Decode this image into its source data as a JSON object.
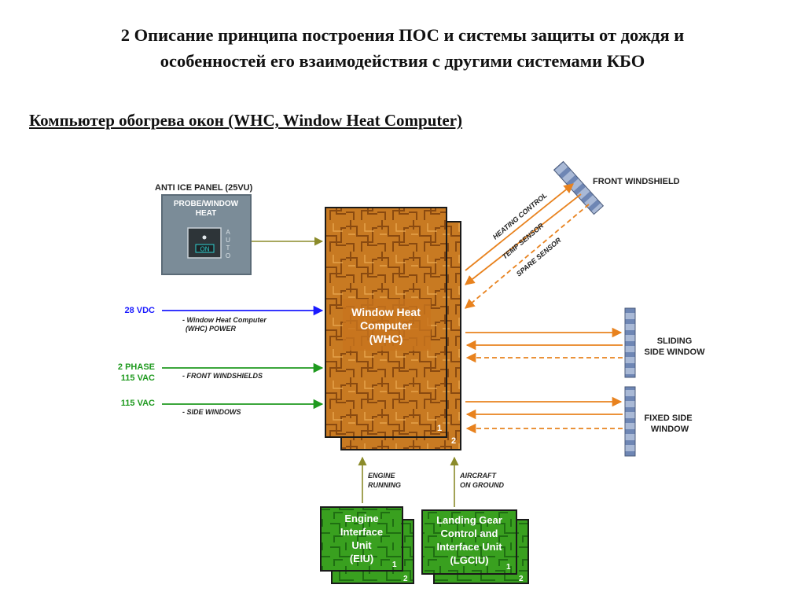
{
  "heading": {
    "line1": "2 Описание принципа построения ПОС и системы защиты от дождя и",
    "line2": "особенностей его взаимодействия с другими системами КБО"
  },
  "subheading": "Компьютер обогрева окон (WHC, Window Heat Computer)",
  "anti_ice_panel": {
    "title": "ANTI ICE PANEL (25VU)",
    "button_label_1": "PROBE/WINDOW",
    "button_label_2": "HEAT",
    "switch_state": "ON",
    "auto_letters": [
      "A",
      "U",
      "T",
      "O"
    ]
  },
  "inputs": {
    "dc28": {
      "label": "28 VDC",
      "desc_1": "- Window Heat Computer",
      "desc_2": "(WHC) POWER",
      "color": "#1a1aff"
    },
    "phase2": {
      "label_1": "2 PHASE",
      "label_2": "115 VAC",
      "desc": "- FRONT WINDSHIELDS",
      "color": "#1f9a1f"
    },
    "vac115": {
      "label": "115 VAC",
      "desc": "- SIDE WINDOWS",
      "color": "#1f9a1f"
    }
  },
  "whc": {
    "line1": "Window Heat",
    "line2": "Computer",
    "line3": "(WHC)",
    "unit1": "1",
    "unit2": "2",
    "color": "#c8741e"
  },
  "front_windshield": {
    "label": "FRONT WINDSHIELD",
    "signal_1": "HEATING CONTROL",
    "signal_2": "TEMP SENSOR",
    "signal_3": "SPARE SENSOR",
    "color": "#e8821e"
  },
  "sliding_window": {
    "label_1": "SLIDING",
    "label_2": "SIDE WINDOW"
  },
  "fixed_window": {
    "label_1": "FIXED SIDE",
    "label_2": "WINDOW"
  },
  "eiu": {
    "signal_1": "ENGINE",
    "signal_2": "RUNNING",
    "line1": "Engine",
    "line2": "Interface",
    "line3": "Unit",
    "line4": "(EIU)",
    "unit1": "1",
    "unit2": "2"
  },
  "lgciu": {
    "signal_1": "AIRCRAFT",
    "signal_2": "ON GROUND",
    "line1": "Landing Gear",
    "line2": "Control and",
    "line3": "Interface Unit",
    "line4": "(LGCIU)",
    "unit1": "1",
    "unit2": "2"
  },
  "colors": {
    "olive_arrow": "#8b8b2a",
    "green_unit": "#2f9a1f"
  }
}
